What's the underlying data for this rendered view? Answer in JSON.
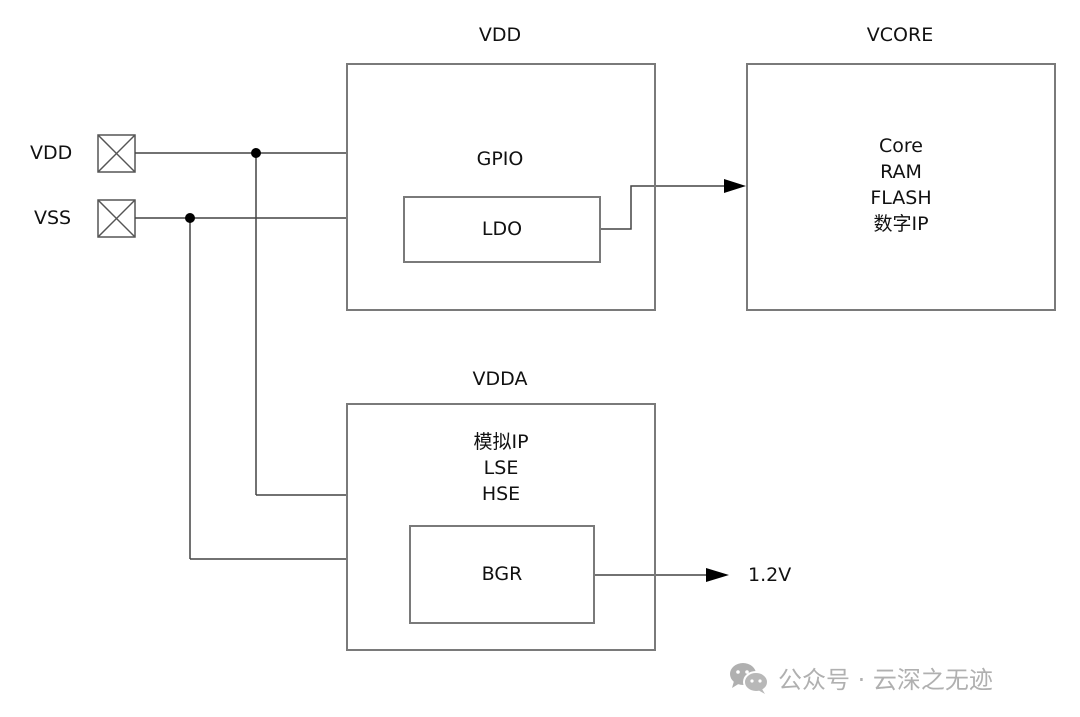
{
  "pins": [
    {
      "label": "VDD",
      "icon": "pad-cross-icon"
    },
    {
      "label": "VSS",
      "icon": "pad-cross-icon"
    }
  ],
  "domains": {
    "vdd": {
      "title": "VDD",
      "block": "GPIO",
      "inner": "LDO"
    },
    "vcore": {
      "title": "VCORE",
      "lines": [
        "Core",
        "RAM",
        "FLASH",
        "数字IP"
      ]
    },
    "vdda": {
      "title": "VDDA",
      "lines": [
        "模拟IP",
        "LSE",
        "HSE"
      ],
      "inner": "BGR",
      "output": "1.2V"
    }
  },
  "watermark": {
    "icon": "wechat-icon",
    "text": "公众号 · 云深之无迹"
  }
}
